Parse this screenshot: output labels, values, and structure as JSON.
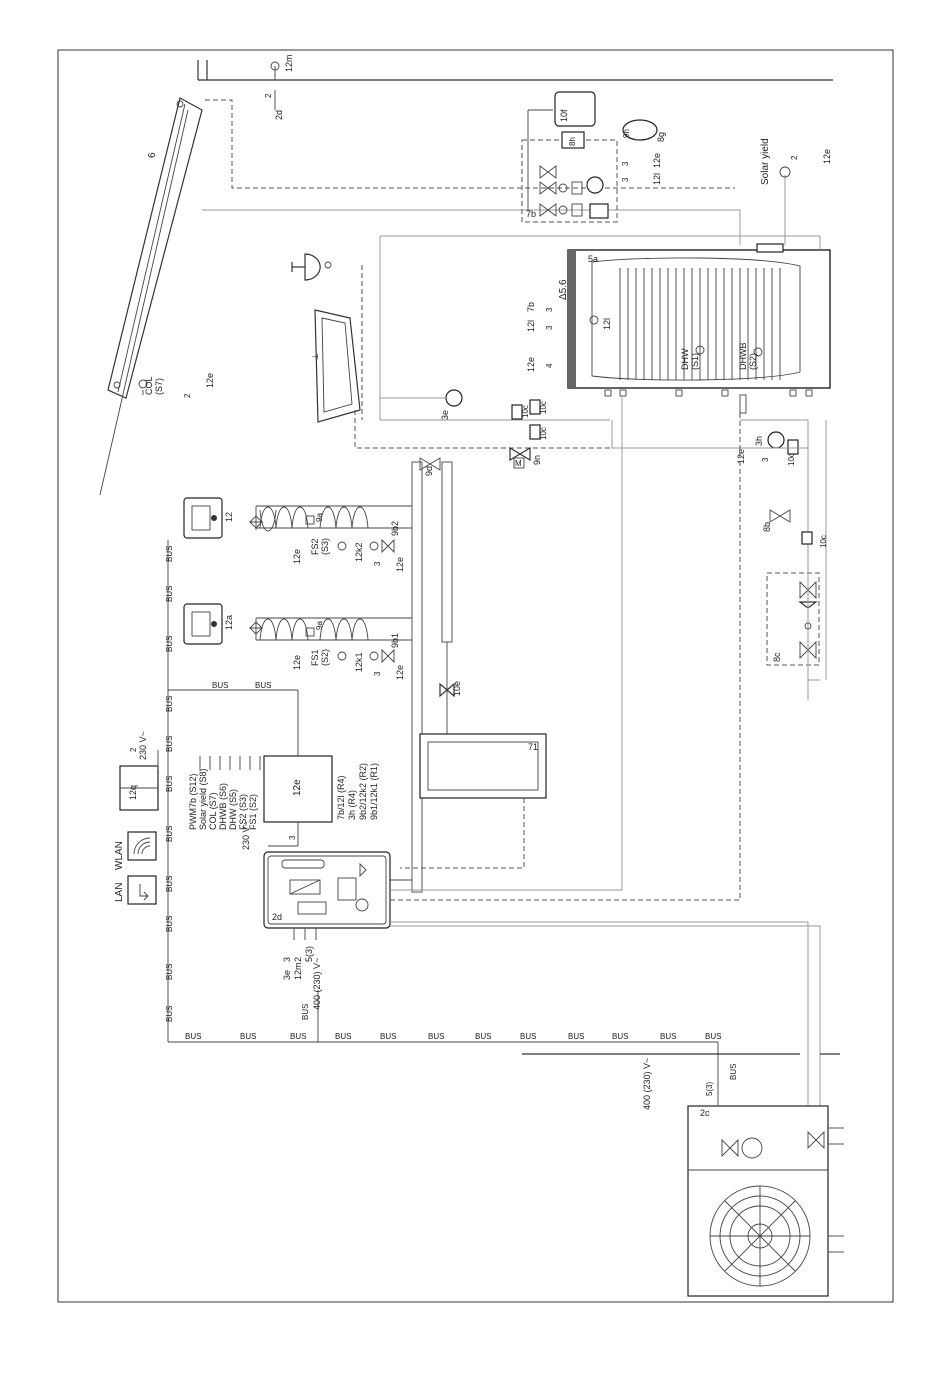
{
  "collector": {
    "id": "6",
    "sensor": "COL\n(S7)",
    "cable_count": "2",
    "bus": "12e"
  },
  "sensor_top": {
    "id": "12m",
    "cable_count": "2",
    "dest": "2d"
  },
  "solar_station": {
    "id": "7b",
    "expansion": "8g",
    "vessel": "10f",
    "valve": "8h",
    "drain": "9h",
    "cable_a": "3",
    "cable_b": "3",
    "bus_a": "12e",
    "bus_b": "12l"
  },
  "solar_yield": {
    "label": "Solar yield",
    "cable": "2",
    "bus": "12e"
  },
  "tank": {
    "id": "5a",
    "size": "5.6",
    "symbol": "Δ",
    "sensor_dhw": "DHW\n(S1)",
    "sensor_dhwb": "DHWB\n(S2)",
    "cable_3a": "3",
    "cable_3b": "3",
    "cable_4": "4",
    "bus_7b": "7b",
    "bus_12l": "12l",
    "bus_12e": "12e",
    "sensor_12l": "12l"
  },
  "pumps": {
    "p3e": "3e",
    "p3h": "3h",
    "c10c_a": "10c",
    "c10c_b": "10c",
    "c10c_c": "10c",
    "c10c_d": "10c",
    "c10c_e": "10c",
    "cable_3": "3",
    "bus_12e": "12e"
  },
  "mixer": {
    "id": "9n",
    "m": "M"
  },
  "check_valve": {
    "id": "8b"
  },
  "unit_8c": {
    "id": "8c"
  },
  "wlan": {
    "label": "WLAN"
  },
  "lan": {
    "label": "LAN"
  },
  "supply": {
    "voltage": "230 V~",
    "cable": "2",
    "module": "12q"
  },
  "controller": {
    "id": "12e",
    "voltage": "230 V~",
    "cable": "3",
    "left_inputs": [
      "PWM7b (S12)",
      "Solar yield (S8)",
      "COL (S7)",
      "DHWB (S6)",
      "DHW (S5)",
      "FS2 (S3)",
      "FS1 (S2)"
    ],
    "right_outputs": [
      "7b/12l (R4)",
      "3h (R4)",
      "9b2/12k2 (R2)",
      "9b1/12k1 (R1)"
    ]
  },
  "circuits": [
    {
      "room_unit": "12",
      "zone_valve": "9a",
      "pump_group": "9b2",
      "sensor": "FS2\n(S3)",
      "k": "12k2",
      "bus": "12e",
      "cable": "3"
    },
    {
      "room_unit": "12a",
      "zone_valve": "9a",
      "pump_group": "9b1",
      "sensor": "FS1\n(S2)",
      "k": "12k1",
      "bus": "12e",
      "cable": "3"
    }
  ],
  "header_9d": {
    "id": "9d"
  },
  "separator": {
    "id": "10e"
  },
  "buffer_71": {
    "id": "71"
  },
  "indoor_2d": {
    "id": "2d",
    "voltage": "400 (230) V~",
    "cables": [
      {
        "n": "3",
        "dest": "3e"
      },
      {
        "n": "2",
        "dest": "12m"
      },
      {
        "n": "5(3)",
        "dest": ""
      }
    ]
  },
  "outdoor_2c": {
    "id": "2c",
    "voltage": "400 (230) V~",
    "cable": "5(3)"
  },
  "bus_label": "BUS"
}
